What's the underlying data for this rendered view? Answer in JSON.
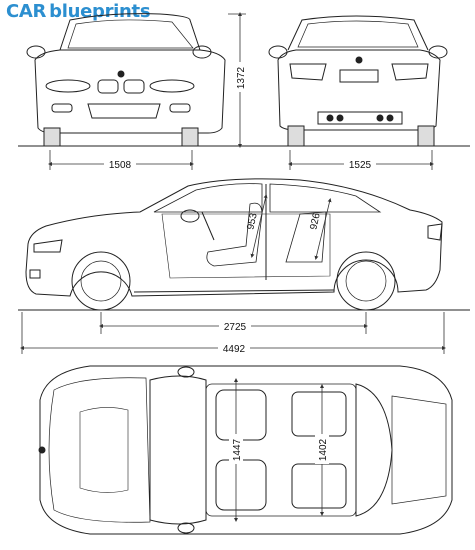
{
  "brand": {
    "part1": "CAR",
    "part2": "blueprints"
  },
  "front_view": {
    "track_width": "1508",
    "height": "1372"
  },
  "rear_view": {
    "track_width": "1525"
  },
  "side_view": {
    "front_headroom": "953",
    "rear_headroom": "926",
    "wheelbase": "2725",
    "overall_length": "4492"
  },
  "top_view": {
    "front_shoulder_width": "1447",
    "rear_shoulder_width": "1402"
  },
  "colors": {
    "brand_blue": "#2c8fd0",
    "line": "#222222",
    "dim_line": "#333333"
  }
}
